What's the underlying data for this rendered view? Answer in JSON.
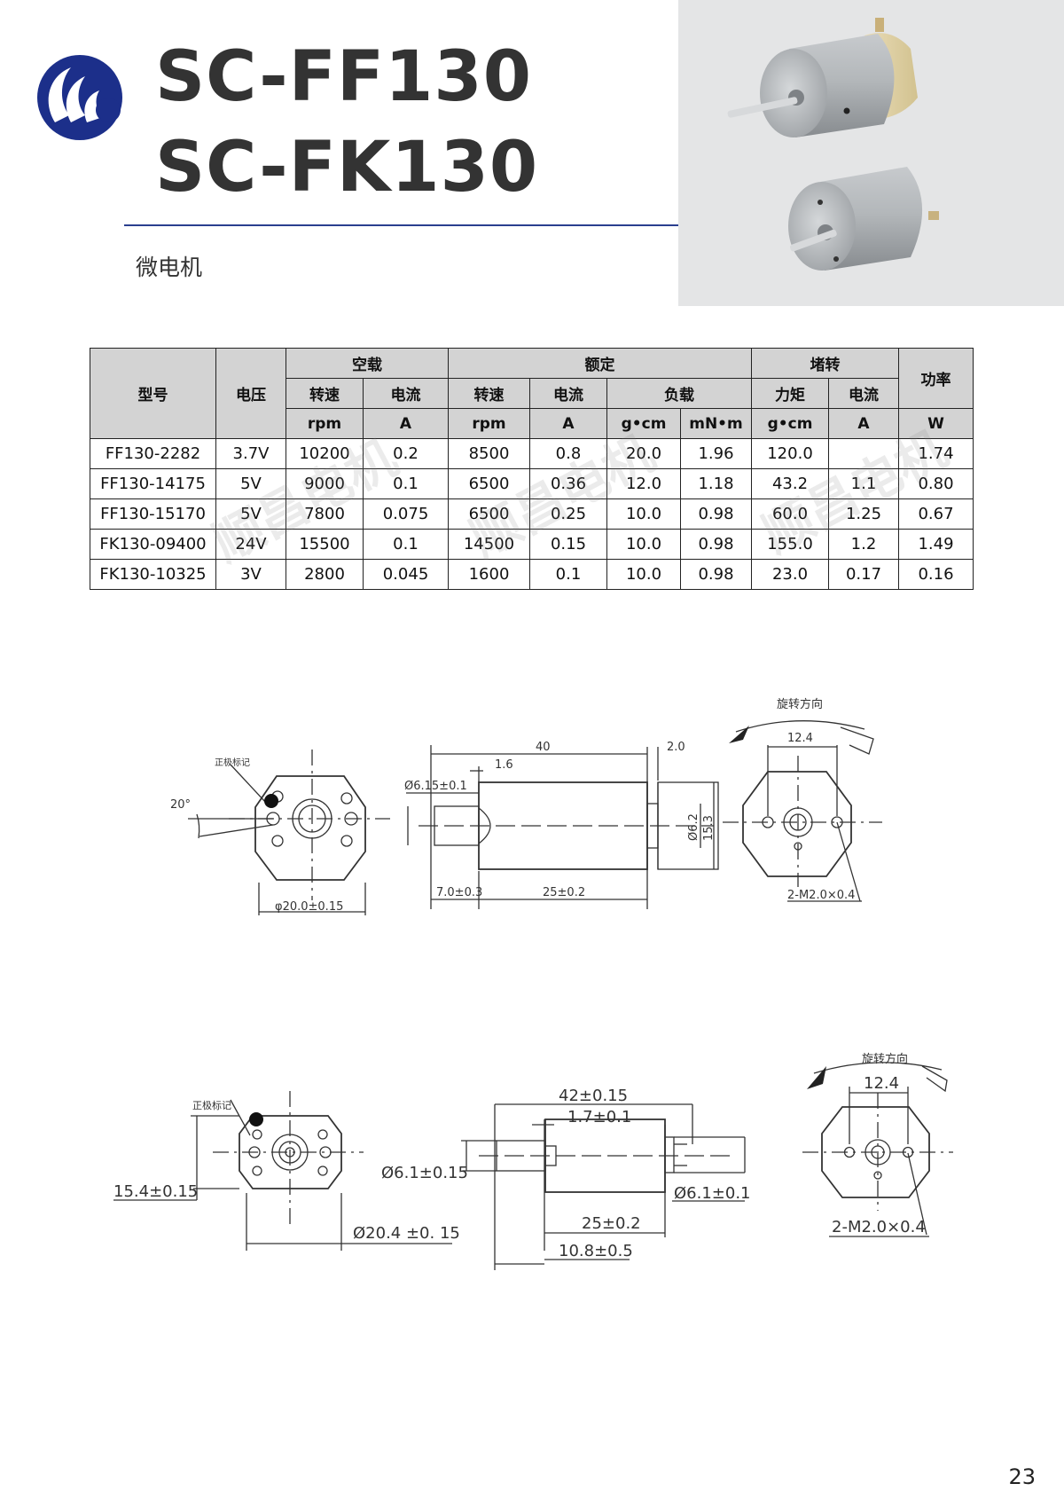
{
  "header": {
    "title_line1": "SC-FF130",
    "title_line2": "SC-FK130",
    "subtitle": "微电机"
  },
  "colors": {
    "brand": "#1c2f8a",
    "rule": "#2a3f8f",
    "table_header": "#d3d3d3"
  },
  "icons": {
    "logo": "wave-logo-icon"
  },
  "table": {
    "group_headers": {
      "model": "型号",
      "voltage": "电压",
      "no_load": "空载",
      "rated": "额定",
      "stall": "堵转",
      "power": "功率"
    },
    "sub_headers": {
      "speed": "转速",
      "current": "电流",
      "load": "负载",
      "torque": "力矩"
    },
    "units": [
      "rpm",
      "A",
      "rpm",
      "A",
      "g•cm",
      "mN•m",
      "g•cm",
      "A",
      "W"
    ],
    "rows": [
      [
        "FF130-2282",
        "3.7V",
        "10200",
        "0.2",
        "8500",
        "0.8",
        "20.0",
        "1.96",
        "120.0",
        "",
        "1.74"
      ],
      [
        "FF130-14175",
        "5V",
        "9000",
        "0.1",
        "6500",
        "0.36",
        "12.0",
        "1.18",
        "43.2",
        "1.1",
        "0.80"
      ],
      [
        "FF130-15170",
        "5V",
        "7800",
        "0.075",
        "6500",
        "0.25",
        "10.0",
        "0.98",
        "60.0",
        "1.25",
        "0.67"
      ],
      [
        "FK130-09400",
        "24V",
        "15500",
        "0.1",
        "14500",
        "0.15",
        "10.0",
        "0.98",
        "155.0",
        "1.2",
        "1.49"
      ],
      [
        "FK130-10325",
        "3V",
        "2800",
        "0.045",
        "1600",
        "0.1",
        "10.0",
        "0.98",
        "23.0",
        "0.17",
        "0.16"
      ]
    ],
    "watermark": "顺昌电机"
  },
  "drawing1": {
    "positive_mark": "正极标记",
    "angle": "20°",
    "dia_body": "φ20.0±0.15",
    "len_total": "40",
    "len_16": "1.6",
    "len_20": "2.0",
    "dia_shaft": "Ø6.15±0.1",
    "dia_62": "Ø6.2",
    "h_153": "15.3",
    "len_shaft": "7.0±0.3",
    "len_25": "25±0.2",
    "rotation": "旋转方向",
    "spacing": "12.4",
    "thread": "2-M2.0×0.4"
  },
  "drawing2": {
    "positive_mark": "正极标记",
    "h_154": "15.4±0.15",
    "dia_body": "Ø20.4 ±0. 15",
    "len_total": "42±0.15",
    "len_17": "1.7±0.1",
    "dia_shaft_l": "Ø6.1±0.15",
    "dia_shaft_r": "Ø6.1±0.1",
    "len_25": "25±0.2",
    "len_108": "10.8±0.5",
    "rotation": "旋转方向",
    "spacing": "12.4",
    "thread": "2-M2.0×0.4"
  },
  "footer": {
    "page_number": "23"
  }
}
